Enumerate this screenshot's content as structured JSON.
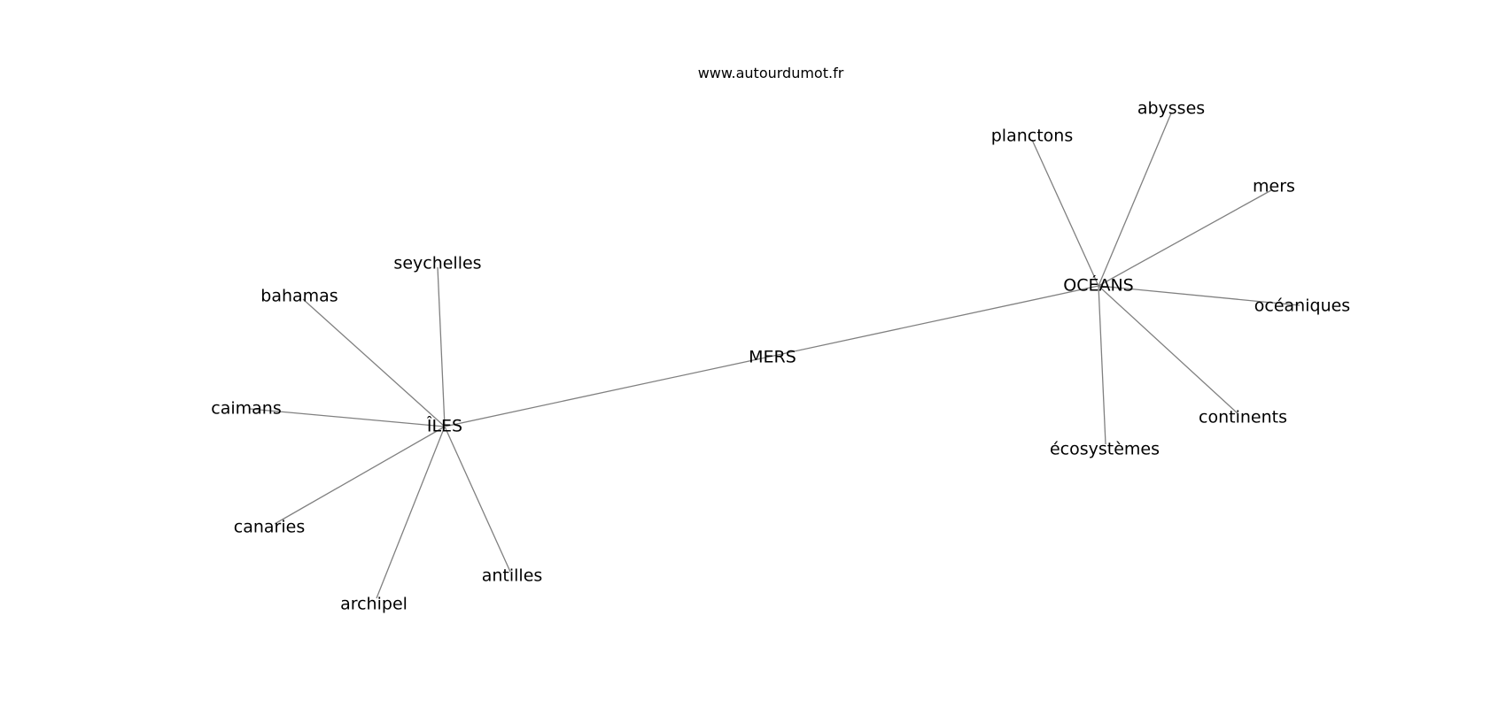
{
  "watermark": "www.autourdumot.fr",
  "edge_color": "#808080",
  "text_color": "#000000",
  "background": "#ffffff",
  "graph": {
    "nodes": [
      {
        "id": "mers_center",
        "label": "MERS"
      },
      {
        "id": "iles",
        "label": "ÎLES"
      },
      {
        "id": "oceans",
        "label": "OCÉANS"
      },
      {
        "id": "seychelles",
        "label": "seychelles"
      },
      {
        "id": "bahamas",
        "label": "bahamas"
      },
      {
        "id": "caimans",
        "label": "caimans"
      },
      {
        "id": "canaries",
        "label": "canaries"
      },
      {
        "id": "archipel",
        "label": "archipel"
      },
      {
        "id": "antilles",
        "label": "antilles"
      },
      {
        "id": "planctons",
        "label": "planctons"
      },
      {
        "id": "abysses",
        "label": "abysses"
      },
      {
        "id": "mers",
        "label": "mers"
      },
      {
        "id": "oceaniques",
        "label": "océaniques"
      },
      {
        "id": "continents",
        "label": "continents"
      },
      {
        "id": "ecosystemes",
        "label": "écosystèmes"
      }
    ],
    "edges": [
      {
        "from": "iles",
        "to": "oceans"
      },
      {
        "from": "iles",
        "to": "seychelles"
      },
      {
        "from": "iles",
        "to": "bahamas"
      },
      {
        "from": "iles",
        "to": "caimans"
      },
      {
        "from": "iles",
        "to": "canaries"
      },
      {
        "from": "iles",
        "to": "archipel"
      },
      {
        "from": "iles",
        "to": "antilles"
      },
      {
        "from": "oceans",
        "to": "planctons"
      },
      {
        "from": "oceans",
        "to": "abysses"
      },
      {
        "from": "oceans",
        "to": "mers"
      },
      {
        "from": "oceans",
        "to": "oceaniques"
      },
      {
        "from": "oceans",
        "to": "continents"
      },
      {
        "from": "oceans",
        "to": "ecosystemes"
      }
    ]
  }
}
